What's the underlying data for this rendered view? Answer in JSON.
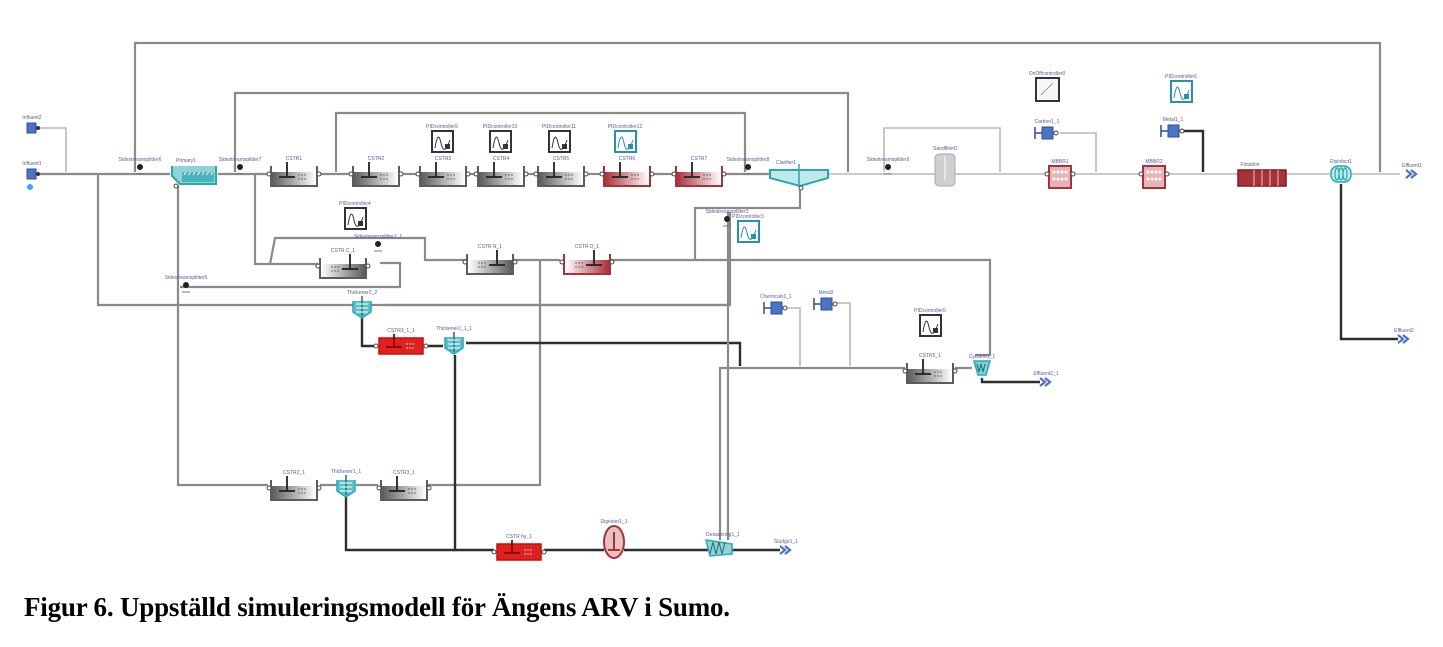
{
  "caption": "Figur 6. Uppställd simuleringsmodell för Ängens ARV i Sumo.",
  "colors": {
    "reactor_gray": "#5c5c5c",
    "reactor_red": "#a8323a",
    "reactor_bright_red": "#e32020",
    "settler_teal": "#2aa7b0",
    "controller_dark": "#333333",
    "controller_teal": "#2b8fa6",
    "dosing_blue": "#4a74c4",
    "pipe_gray": "#8a8a8a",
    "pipe_dark": "#2e2e2e",
    "label_purple": "#5a5aa0"
  },
  "nodes": [
    {
      "id": "influent2",
      "type": "influent",
      "label": "Influent2"
    },
    {
      "id": "influent1",
      "type": "influent",
      "label": "Influent1"
    },
    {
      "id": "splitter6",
      "type": "splitter",
      "label": "Sidestreamsplitter6"
    },
    {
      "id": "primary1",
      "type": "primary",
      "label": "Primary1"
    },
    {
      "id": "splitter7",
      "type": "splitter",
      "label": "Sidestreamsplitter7"
    },
    {
      "id": "cstr1",
      "type": "reactor-gray",
      "label": "CSTR1"
    },
    {
      "id": "cstr2",
      "type": "reactor-gray",
      "label": "CSTR2"
    },
    {
      "id": "cstr3",
      "type": "reactor-gray",
      "label": "CSTR3"
    },
    {
      "id": "cstr4",
      "type": "reactor-gray",
      "label": "CSTR4"
    },
    {
      "id": "cstr5",
      "type": "reactor-gray",
      "label": "CSTR5"
    },
    {
      "id": "cstr6",
      "type": "reactor-red",
      "label": "CSTR6"
    },
    {
      "id": "cstr7",
      "type": "reactor-red",
      "label": "CSTR7"
    },
    {
      "id": "pid9",
      "type": "pid",
      "label": "PIDcontroller9"
    },
    {
      "id": "pid10",
      "type": "pid",
      "label": "PIDcontroller10"
    },
    {
      "id": "pid11",
      "type": "pid",
      "label": "PIDcontroller11"
    },
    {
      "id": "pid12",
      "type": "pid-teal",
      "label": "PIDcontroller12"
    },
    {
      "id": "splitter8",
      "type": "splitter",
      "label": "Sidestreamsplitter8"
    },
    {
      "id": "clarifier1",
      "type": "clarifier",
      "label": "Clarifier1"
    },
    {
      "id": "splitter9",
      "type": "splitter",
      "label": "Sidestreamsplitter9"
    },
    {
      "id": "sandfilter",
      "type": "sandfilter",
      "label": "Sandfilter0"
    },
    {
      "id": "onoff",
      "type": "onoff",
      "label": "OnOffcontroller0"
    },
    {
      "id": "carbon1",
      "type": "dosing",
      "label": "Carbon1_1"
    },
    {
      "id": "mbbr1",
      "type": "mbbr",
      "label": "MBBR1"
    },
    {
      "id": "mbbr2",
      "type": "mbbr",
      "label": "MBBR2"
    },
    {
      "id": "pid6",
      "type": "pid-teal",
      "label": "PIDcontroller6"
    },
    {
      "id": "metal1",
      "type": "dosing",
      "label": "Metal1_1"
    },
    {
      "id": "flotation",
      "type": "flotation",
      "label": "Flotation"
    },
    {
      "id": "disinfect",
      "type": "uv",
      "label": "Disinfect1"
    },
    {
      "id": "effluent1",
      "type": "effluent",
      "label": "Effluent1"
    },
    {
      "id": "effluent2",
      "type": "effluent",
      "label": "Effluent2"
    },
    {
      "id": "pid4",
      "type": "pid",
      "label": "PIDcontroller4"
    },
    {
      "id": "splitter21",
      "type": "splitter",
      "label": "Sidestreamsplitter2_1"
    },
    {
      "id": "cstrc1",
      "type": "reactor-gray-r",
      "label": "CSTR C_1"
    },
    {
      "id": "splitter5",
      "type": "splitter",
      "label": "Sidestreamsplitter5"
    },
    {
      "id": "cstrn1",
      "type": "reactor-gray-r",
      "label": "CSTR N_1"
    },
    {
      "id": "cstrd1",
      "type": "reactor-red-r",
      "label": "CSTR D_1"
    },
    {
      "id": "splitter3",
      "type": "splitter",
      "label": "Sidestreamsplitter3"
    },
    {
      "id": "pid3",
      "type": "pid-teal",
      "label": "PIDcontroller3"
    },
    {
      "id": "thickener2",
      "type": "thickener",
      "label": "Thickener2_2"
    },
    {
      "id": "cstr11",
      "type": "reactor-bright",
      "label": "CSTR3_1_1"
    },
    {
      "id": "thickener11",
      "type": "thickener",
      "label": "Thickener2_1_1"
    },
    {
      "id": "chemicals",
      "type": "dosing",
      "label": "Chemicals1_1"
    },
    {
      "id": "metal2",
      "type": "dosing",
      "label": "Metal2"
    },
    {
      "id": "pid5",
      "type": "pid",
      "label": "PIDcontroller5"
    },
    {
      "id": "cstr51",
      "type": "reactor-gray",
      "label": "CSTR5_1"
    },
    {
      "id": "cyclone",
      "type": "cyclone",
      "label": "Cyclone1_1"
    },
    {
      "id": "effluent21",
      "type": "effluent",
      "label": "Effluent2_1"
    },
    {
      "id": "cstr21",
      "type": "reactor-gray",
      "label": "CSTR2_1"
    },
    {
      "id": "thickener1",
      "type": "thickener",
      "label": "Thickener1_1"
    },
    {
      "id": "cstr31",
      "type": "reactor-gray",
      "label": "CSTR3_1"
    },
    {
      "id": "cstrhy",
      "type": "reactor-bright",
      "label": "CSTR hy_1"
    },
    {
      "id": "digester",
      "type": "digester",
      "label": "Digester1_1"
    },
    {
      "id": "dewatering",
      "type": "dewatering",
      "label": "Dewatering1_1"
    },
    {
      "id": "sludge",
      "type": "effluent",
      "label": "Sludge1_1"
    }
  ]
}
